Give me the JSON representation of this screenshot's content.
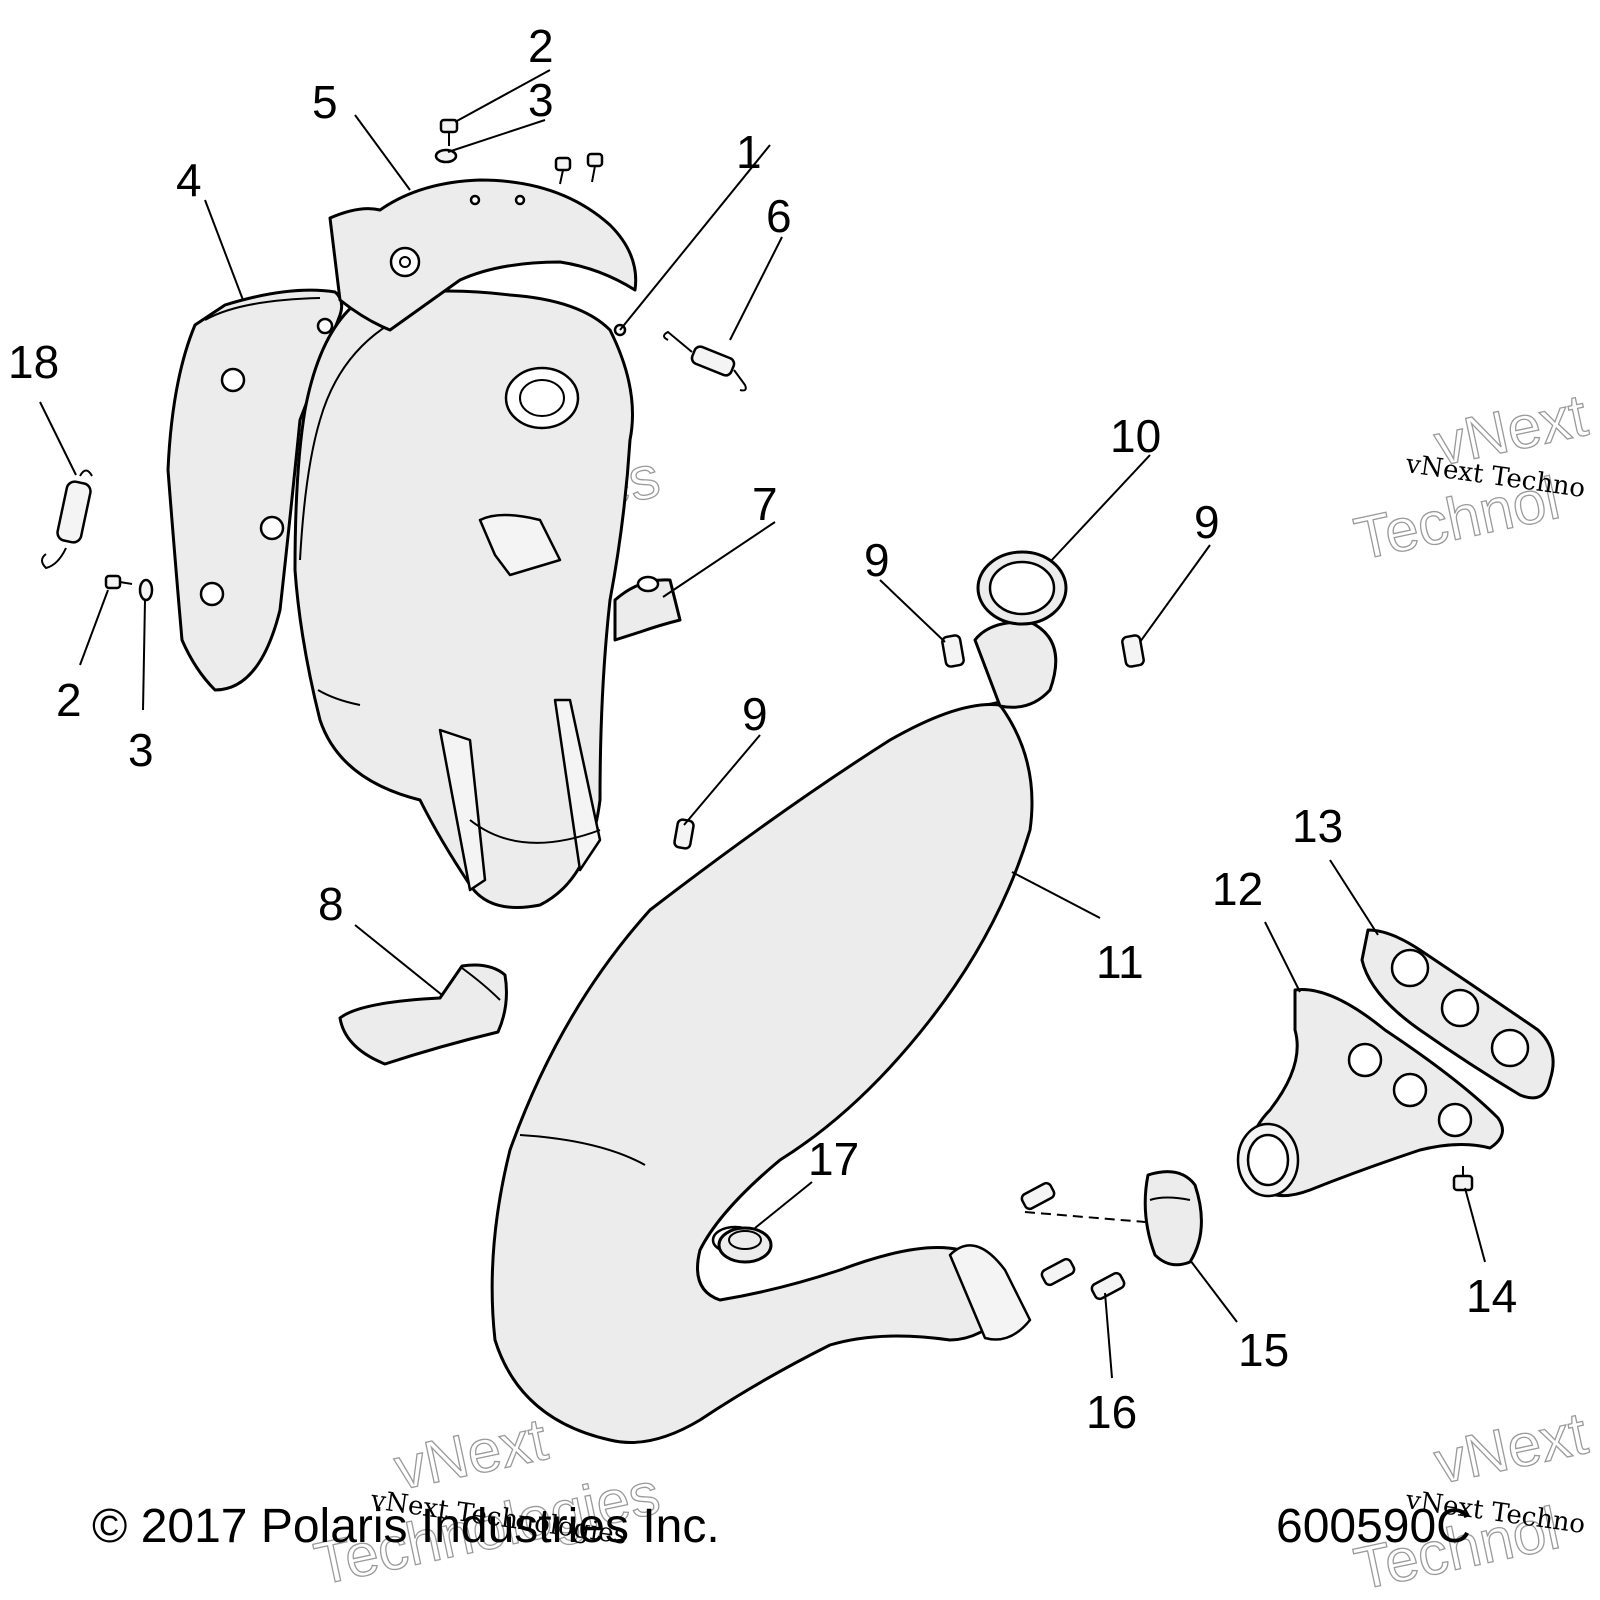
{
  "callouts": {
    "c1": "1",
    "c2a": "2",
    "c2b": "2",
    "c3a": "3",
    "c3b": "3",
    "c4": "4",
    "c5": "5",
    "c6": "6",
    "c7": "7",
    "c8": "8",
    "c9a": "9",
    "c9b": "9",
    "c9c": "9",
    "c10": "10",
    "c11": "11",
    "c12": "12",
    "c13": "13",
    "c14": "14",
    "c15": "15",
    "c16": "16",
    "c17": "17",
    "c18": "18"
  },
  "watermark": {
    "line_small": "vNext Technologies",
    "big_top": "vNext",
    "big_bottom": "Technologies",
    "small_right": "vNext Techno",
    "big_right_top": "vNext",
    "big_right_bottom": "Technol"
  },
  "footer": {
    "copyright": "© 2017 Polaris Industries Inc.",
    "diagram_id": "600590C"
  }
}
